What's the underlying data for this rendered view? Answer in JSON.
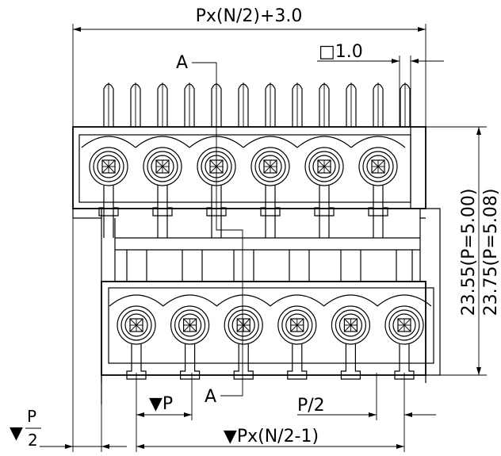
{
  "drawing": {
    "top_width_label": "Px(N/2)+3.0",
    "section_label_top": "A",
    "section_label_bottom": "A",
    "pin_size_label": "□1.0",
    "height_label_1": "23.55(P=5.00)",
    "height_label_2": "23.75(P=5.08)",
    "pitch_label": "▼P",
    "half_pitch_label": "P/2",
    "half_pitch_marker_num": "P",
    "half_pitch_marker_den": "2",
    "half_pitch_marker_arrow": "▼",
    "bottom_width_label": "▼Px(N/2-1)",
    "upper_row_screws": 6,
    "lower_row_screws": 6,
    "upper_pins": 12
  }
}
